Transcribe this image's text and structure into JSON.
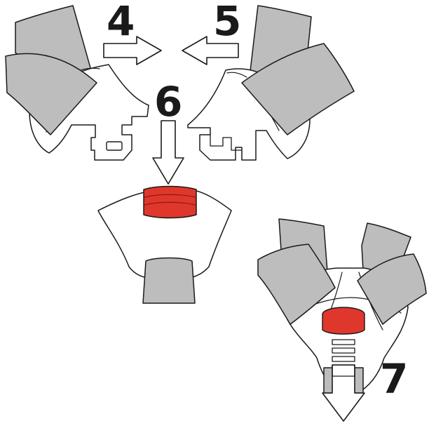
{
  "steps": [
    {
      "number": "4",
      "action": "push-left-tongue-right"
    },
    {
      "number": "5",
      "action": "push-right-tongue-left"
    },
    {
      "number": "6",
      "action": "insert-into-buckle"
    },
    {
      "number": "7",
      "action": "press-release-pull-down"
    }
  ],
  "colors": {
    "outline": "#1a1a1a",
    "strap": "#bdbdbd",
    "button": "#e0372c",
    "button_line": "#8a1a14",
    "background": "#ffffff"
  }
}
